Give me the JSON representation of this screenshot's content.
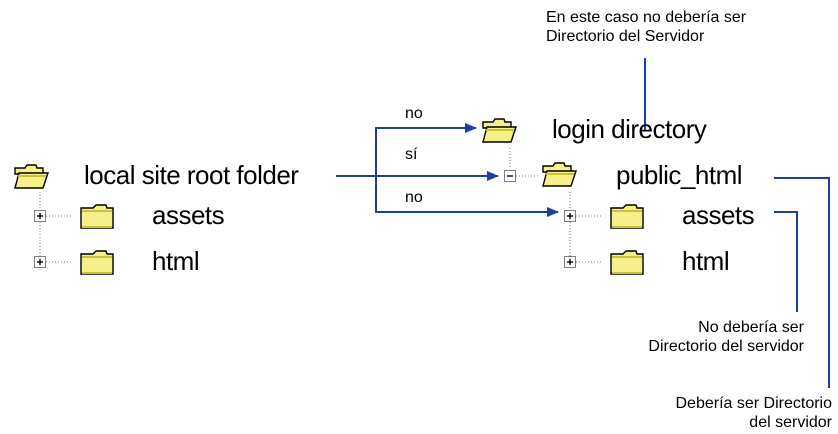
{
  "colors": {
    "arrow": "#1f3fa0",
    "folder_fill": "#f5f08a",
    "folder_dark": "#c7c23a",
    "tree_line": "#808080"
  },
  "local_tree": {
    "root": "local site root folder",
    "children": [
      "assets",
      "html"
    ]
  },
  "server_tree": {
    "root": "login directory",
    "child": "public_html",
    "grandchildren": [
      "assets",
      "html"
    ]
  },
  "arrows": {
    "top": "no",
    "middle": "sí",
    "bottom": "no"
  },
  "notes": {
    "top": [
      "En este caso no debería ser",
      "Directorio del Servidor"
    ],
    "middle": [
      "No debería ser",
      "Directorio del servidor"
    ],
    "bottom": [
      "Debería ser Directorio",
      "del servidor"
    ]
  }
}
